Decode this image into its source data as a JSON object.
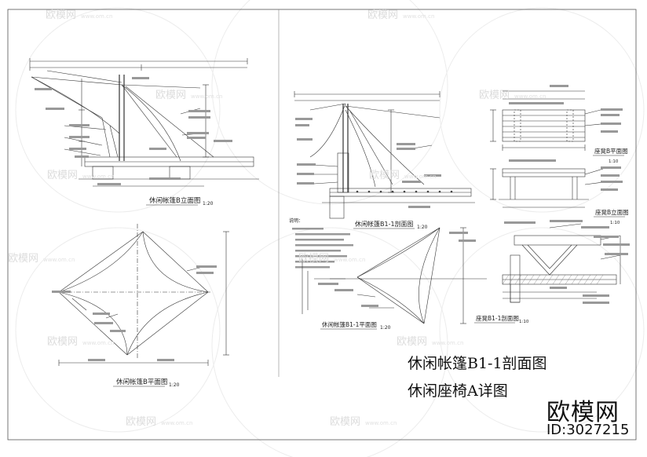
{
  "titles": {
    "line1": "休闲帐篷B1-1剖面图",
    "line2": "休闲座椅A详图"
  },
  "brand": {
    "name": "欧模网",
    "id": "ID:3027215"
  },
  "watermark": {
    "text": "欧模网",
    "url": "www.om.cn"
  },
  "drawings": {
    "elevation_b": {
      "title": "休闲帐篷B立面图",
      "scale": "1:20"
    },
    "plan_b": {
      "title": "休闲帐篷B平面图",
      "scale": "1:20"
    },
    "section_b1": {
      "title": "休闲帐篷B1-1剖面图",
      "scale": "1:20"
    },
    "section_b1_plan": {
      "title": "休闲帐篷B1-1平面图",
      "scale": "1:20"
    },
    "bench_plan": {
      "title": "座凳B平面图",
      "scale": "1:10"
    },
    "bench_elev": {
      "title": "座凳B立面图",
      "scale": "1:10"
    },
    "bench_section": {
      "title": "座凳B1-1剖面图",
      "scale": "1:10"
    }
  },
  "notes_heading": "说明："
}
